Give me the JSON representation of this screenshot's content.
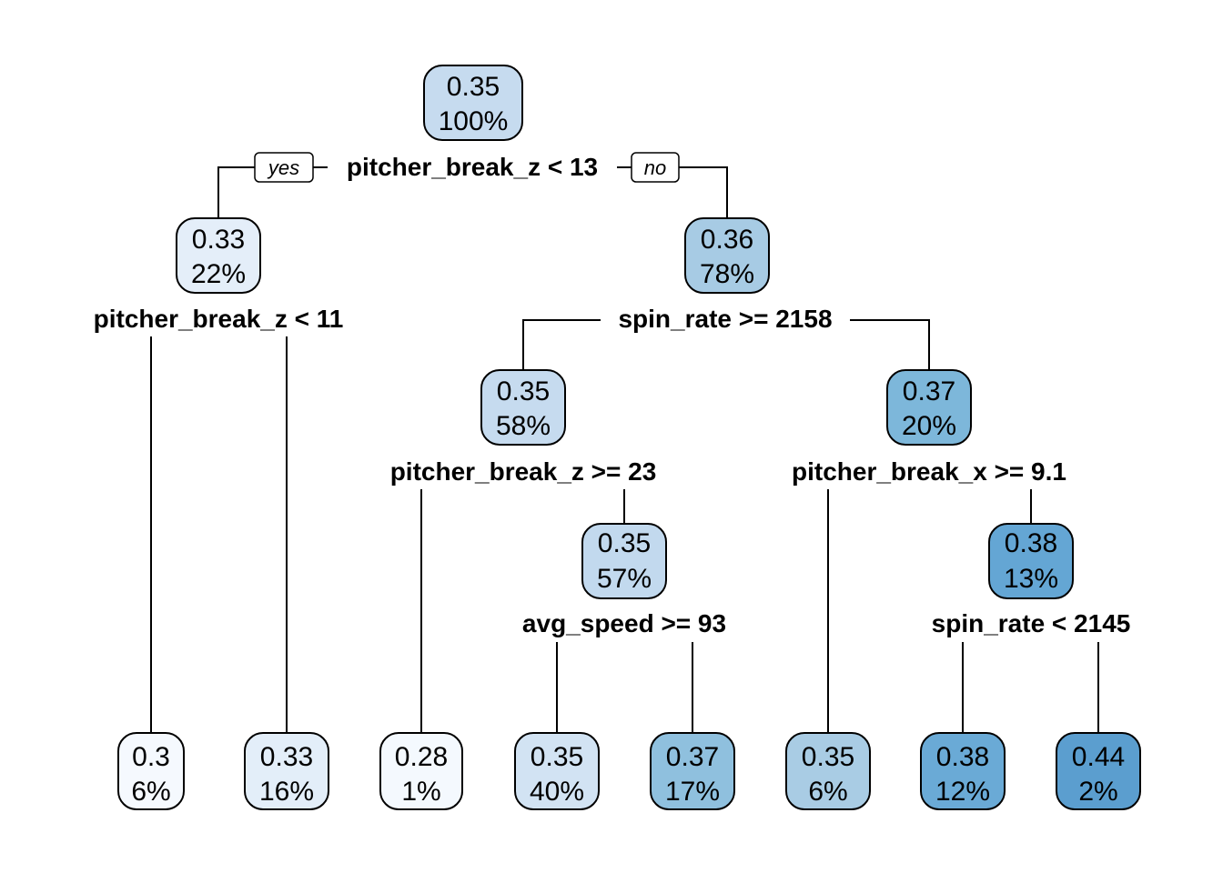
{
  "nodes": {
    "root": {
      "value": "0.35",
      "pct": "100%",
      "color": "#c6dbef"
    },
    "n_l": {
      "value": "0.33",
      "pct": "22%",
      "color": "#e4eef9"
    },
    "n_r": {
      "value": "0.36",
      "pct": "78%",
      "color": "#a7cbe4"
    },
    "n_rl": {
      "value": "0.35",
      "pct": "58%",
      "color": "#c6dbef"
    },
    "n_rr": {
      "value": "0.37",
      "pct": "20%",
      "color": "#7db7da"
    },
    "n_rlr": {
      "value": "0.35",
      "pct": "57%",
      "color": "#c2d9ee"
    },
    "n_rrr": {
      "value": "0.38",
      "pct": "13%",
      "color": "#64a6d4"
    },
    "leaf1": {
      "value": "0.3",
      "pct": "6%",
      "color": "#f5f9fe"
    },
    "leaf2": {
      "value": "0.33",
      "pct": "16%",
      "color": "#e3eef9"
    },
    "leaf3": {
      "value": "0.28",
      "pct": "1%",
      "color": "#f4f9fe"
    },
    "leaf4": {
      "value": "0.35",
      "pct": "40%",
      "color": "#d2e3f3"
    },
    "leaf5": {
      "value": "0.37",
      "pct": "17%",
      "color": "#8fc0de"
    },
    "leaf6": {
      "value": "0.35",
      "pct": "6%",
      "color": "#a9cce4"
    },
    "leaf7": {
      "value": "0.38",
      "pct": "12%",
      "color": "#6aaad6"
    },
    "leaf8": {
      "value": "0.44",
      "pct": "2%",
      "color": "#5b9ecf"
    }
  },
  "splits": {
    "root": "pitcher_break_z < 13",
    "n_l": "pitcher_break_z < 11",
    "n_r": "spin_rate >= 2158",
    "n_rl": "pitcher_break_z >= 23",
    "n_rr": "pitcher_break_x >= 9.1",
    "n_rlr": "avg_speed >= 93",
    "n_rrr": "spin_rate < 2145"
  },
  "branch_labels": {
    "yes": "yes",
    "no": "no"
  }
}
